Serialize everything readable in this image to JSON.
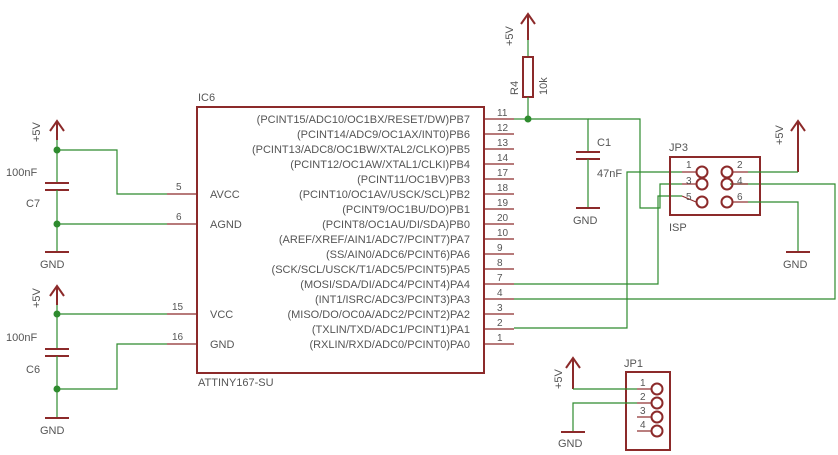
{
  "power": {
    "vcc": "+5V",
    "gnd": "GND"
  },
  "ic": {
    "name": "IC6",
    "value": "ATTINY167-SU",
    "right_pins": [
      {
        "label": "(PCINT15/ADC10/OC1BX/RESET/DW)PB7",
        "num": "11"
      },
      {
        "label": "(PCINT14/ADC9/OC1AX/INT0)PB6",
        "num": "12"
      },
      {
        "label": "(PCINT13/ADC8/OC1BW/XTAL2/CLKO)PB5",
        "num": "13"
      },
      {
        "label": "(PCINT12/OC1AW/XTAL1/CLKI)PB4",
        "num": "14"
      },
      {
        "label": "(PCINT11/OC1BV)PB3",
        "num": "17"
      },
      {
        "label": "(PCINT10/OC1AV/USCK/SCL)PB2",
        "num": "18"
      },
      {
        "label": "(PCINT9/OC1BU/DO)PB1",
        "num": "19"
      },
      {
        "label": "(PCINT8/OC1AU/DI/SDA)PB0",
        "num": "20"
      },
      {
        "label": "(AREF/XREF/AIN1/ADC7/PCINT7)PA7",
        "num": "10"
      },
      {
        "label": "(SS/AIN0/ADC6/PCINT6)PA6",
        "num": "9"
      },
      {
        "label": "(SCK/SCL/USCK/T1/ADC5/PCINT5)PA5",
        "num": "8"
      },
      {
        "label": "(MOSI/SDA/DI/ADC4/PCINT4)PA4",
        "num": "7"
      },
      {
        "label": "(INT1/ISRC/ADC3/PCINT3)PA3",
        "num": "4"
      },
      {
        "label": "(MISO/DO/OC0A/ADC2/PCINT2)PA2",
        "num": "3"
      },
      {
        "label": "(TXLIN/TXD/ADC1/PCINT1)PA1",
        "num": "2"
      },
      {
        "label": "(RXLIN/RXD/ADC0/PCINT0)PA0",
        "num": "1"
      }
    ],
    "left_pins": [
      {
        "label": "AVCC",
        "num": "5"
      },
      {
        "label": "AGND",
        "num": "6"
      },
      {
        "label": "VCC",
        "num": "15"
      },
      {
        "label": "GND",
        "num": "16"
      }
    ]
  },
  "caps": [
    {
      "name": "C7",
      "value": "100nF"
    },
    {
      "name": "C6",
      "value": "100nF"
    },
    {
      "name": "C1",
      "value": "47nF"
    }
  ],
  "resistor": {
    "name": "R4",
    "value": "10k"
  },
  "jp3": {
    "name": "JP3",
    "value": "ISP",
    "pins": [
      "1",
      "2",
      "3",
      "4",
      "5",
      "6"
    ]
  },
  "jp1": {
    "name": "JP1",
    "pins": [
      "1",
      "2",
      "3",
      "4"
    ]
  }
}
